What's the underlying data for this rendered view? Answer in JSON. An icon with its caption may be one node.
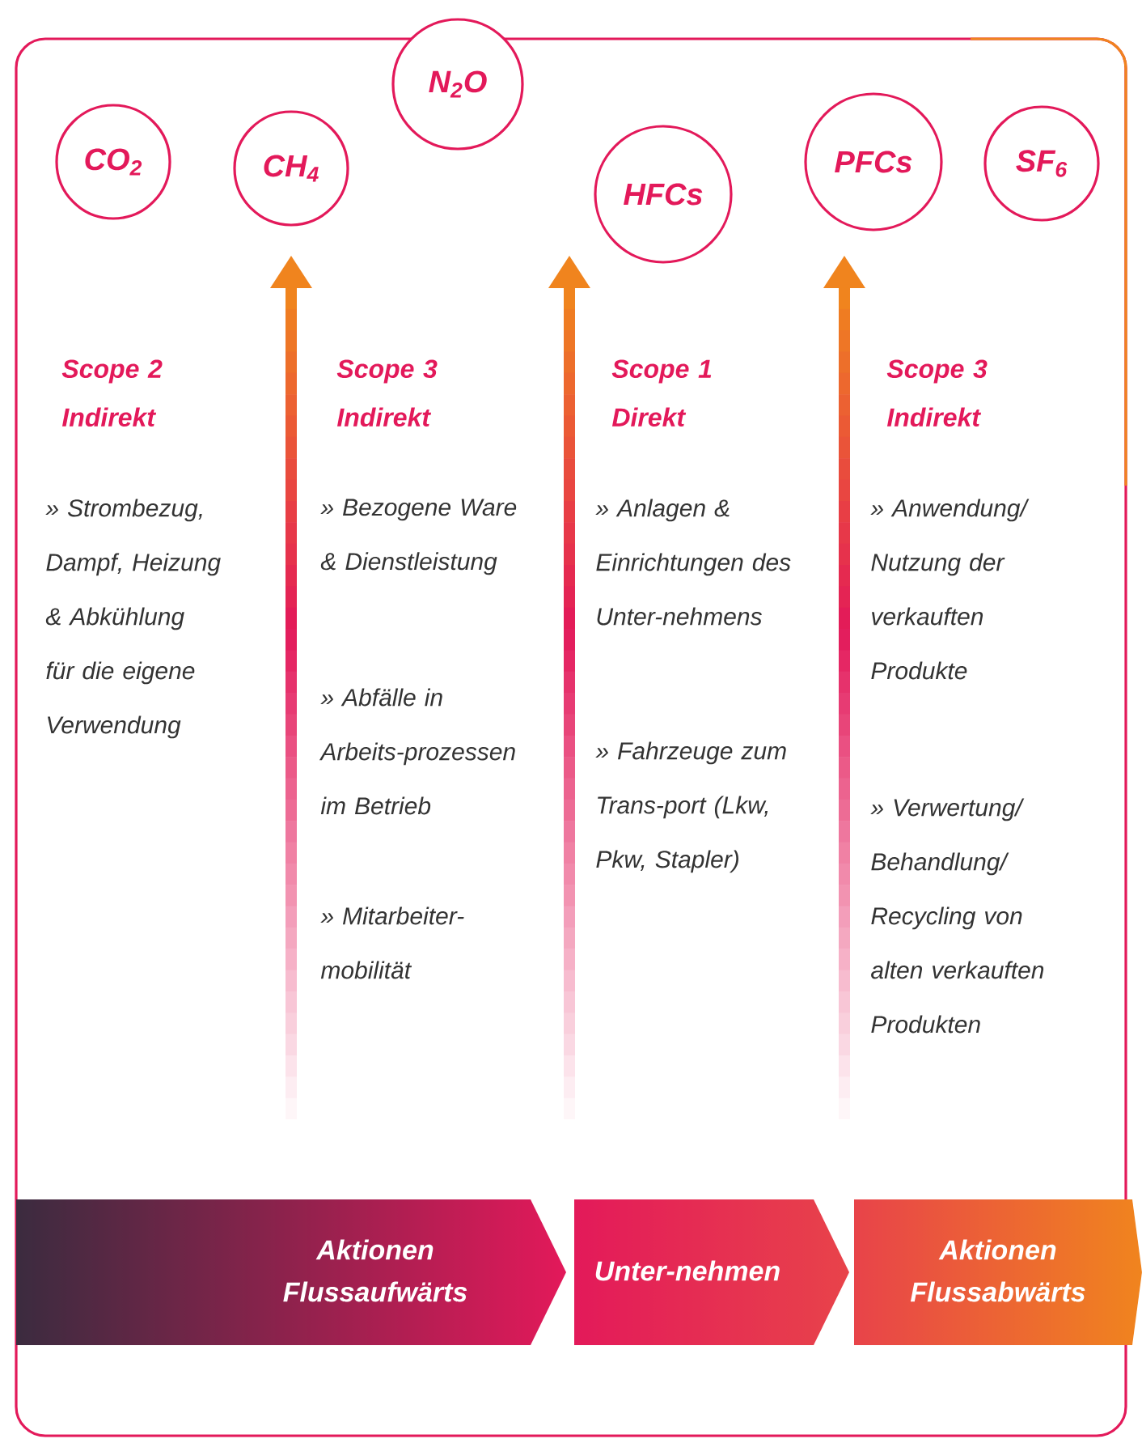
{
  "diagram": {
    "nodes": [
      {
        "text": [
          "CO$_{2}$"
        ]
      },
      {
        "text": [
          "CH$_{4}$"
        ]
      },
      {
        "text": [
          "N$_{2}$O"
        ]
      },
      {
        "text": [
          "HFCs"
        ]
      },
      {
        "text": [
          "PFCs"
        ]
      },
      {
        "text": [
          "SF$_{6}$"
        ]
      },
      {
        "text": [
          "Aktionen Flussaufwärts"
        ]
      },
      {
        "text": [
          "Unter-nehmen"
        ]
      },
      {
        "text": [
          "Aktionen Flussabwärts"
        ]
      }
    ],
    "labels": [
      "Scope 2 Indirekt",
      "» Strombezug, Dampf, Heizung & Abkühlung für die eigene Verwendung",
      "Scope 3 Indirekt",
      "» Bezogene Ware & Dienstleistung",
      "» Abfälle in Arbeits-prozessen im Betrieb",
      "» Mitarbeiter-mobilität",
      "Scope 1 Direkt",
      "» Anlagen & Einrichtungen des Unter-nehmens",
      "» Fahrzeuge zum Trans-port (Lkw, Pkw, Stapler)",
      "Scope 3 Indirekt",
      "» Anwendung/ Nutzung der verkauften Produkte",
      "» Verwertung/ Behandlung/ Recycling von alten verkauften Produkten"
    ]
  }
}
